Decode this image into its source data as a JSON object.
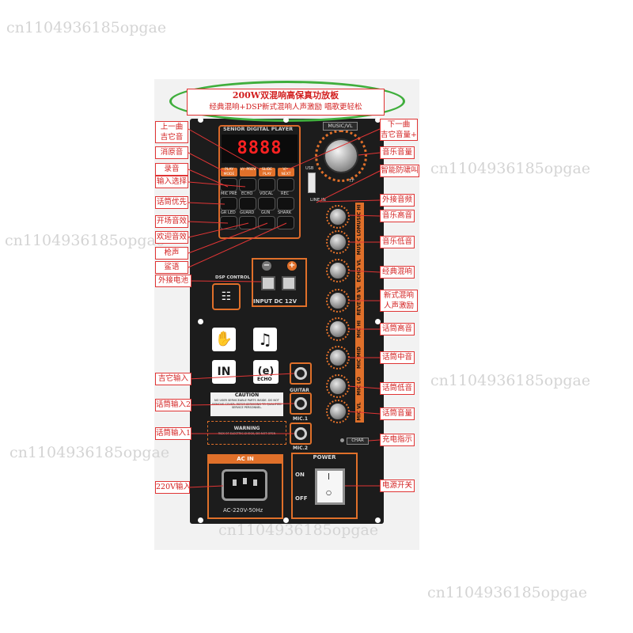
{
  "watermark": "cn1104936185opgae",
  "header": {
    "line1": "200W双混响高保真功放板",
    "line2": "经典混响+DSP新式混响人声激励 唱歌更轻松"
  },
  "panel": {
    "brand": "SENIOR DIGITAL PLAYER",
    "display_value": "8888",
    "function_buttons": [
      "PLAY MODE",
      "V/- PREV",
      "SLIDE PLAY",
      "V/+ NEXT"
    ],
    "key_labels": [
      "MIC PRE",
      "ECHO",
      "VOCAL",
      "REC",
      "GR LED",
      "GUARD",
      "GUN",
      "SHARK"
    ],
    "music_vol": "MUSIC/VL",
    "usb": "USB",
    "tf": "T.F",
    "line_in": "LINE IN",
    "dsp_control": "DSP CONTROL",
    "polarity_minus": "−",
    "polarity_plus": "+",
    "input_dc": "INPUT DC 12V",
    "echo": "ECHO",
    "guitar": "GUITAR",
    "mic1": "MIC.1",
    "mic2": "MIC.2",
    "caution": {
      "title": "CAUTION",
      "text": "NO USER SERVICEABLE PARTS INSIDE. DO NOT REMOVE COVER. REFER SERVICING TO QUALIFIED SERVICE PERSONNEL."
    },
    "warning": {
      "title": "WARNING",
      "text": "RISK OF ELECTRIC SHOCK, DO NOT OPEN"
    },
    "ac_in": "AC IN",
    "ac_rating": "AC-220V-50Hz",
    "power": "POWER",
    "on": "ON",
    "off": "OFF",
    "char": "CHAR",
    "knob_bar_labels": [
      "MUSIC HI",
      "MUSIC LO",
      "ECHO VL",
      "REVERB VL",
      "MIC HI",
      "MIC MID",
      "MIC LO",
      "MIC VL"
    ]
  },
  "callouts_left": [
    "上一曲\n吉它音量-",
    "消原音",
    "录音",
    "输入选择",
    "话筒优先",
    "开场音效",
    "欢迎音效",
    "枪声",
    "鲨语",
    "外接电池",
    "吉它输入",
    "话筒输入2",
    "话筒输入1",
    "220V输入"
  ],
  "callouts_right": [
    "下一曲\n吉它音量+",
    "音乐音量",
    "智能防啸叫",
    "外接音频",
    "音乐高音",
    "音乐低音",
    "经典混响",
    "新式混响\n人声激励",
    "话筒高音",
    "话筒中音",
    "话筒低音",
    "话筒音量",
    "充电指示",
    "电源开关"
  ],
  "colors": {
    "accent": "#e0702a",
    "panel": "#1c1c1c",
    "callout_red": "#d21f1f",
    "ellipse_green": "#3fae3c",
    "display_red": "#ff2222"
  }
}
